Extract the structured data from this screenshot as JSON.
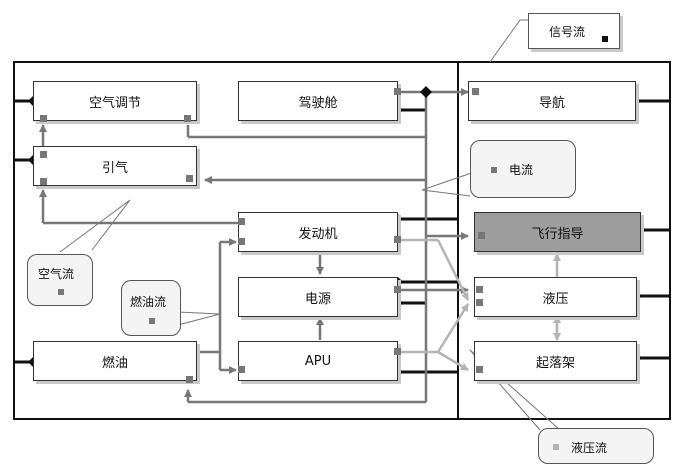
{
  "blocks": {
    "air_conditioning": "空气调节",
    "cockpit": "驾驶舱",
    "navigation": "导航",
    "bleed_air": "引气",
    "engine": "发动机",
    "flight_guidance": "飞行指导",
    "power_source": "电源",
    "hydraulics": "液压",
    "fuel": "燃油",
    "apu": "APU",
    "landing_gear": "起落架"
  },
  "legend": {
    "signal_flow": "信号流",
    "current_flow": "电流",
    "air_flow": "空气流",
    "fuel_flow": "燃油流",
    "hydraulic_flow": "液压流"
  },
  "colors": {
    "signal": "#111111",
    "current": "#777777",
    "hydraulic": "#b4b4b4",
    "highlight_fill": "#9e9e9e"
  }
}
